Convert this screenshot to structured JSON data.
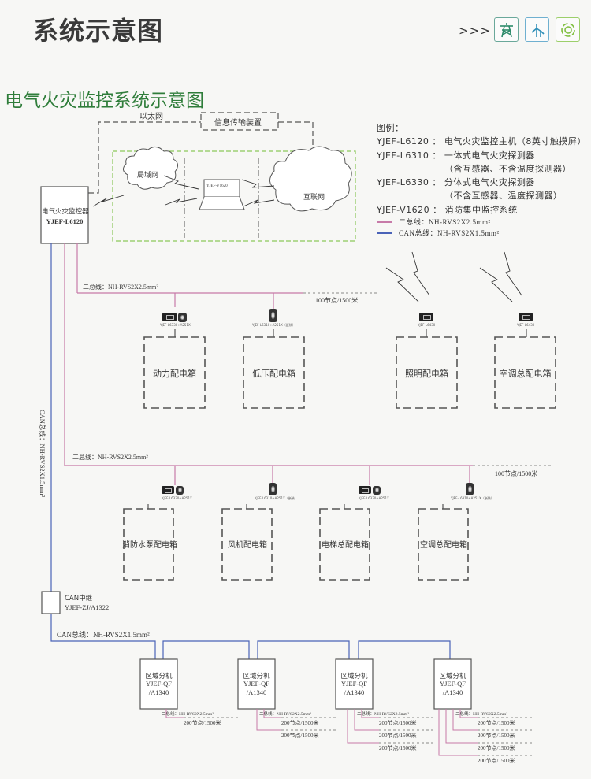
{
  "header": {
    "title": "系统示意图",
    "chevrons": ">>>",
    "nav_icons": [
      {
        "name": "power-tower-icon",
        "color": "#2e8b6b"
      },
      {
        "name": "wind-turbine-icon",
        "color": "#2f8fb8"
      },
      {
        "name": "target-ring-icon",
        "color": "#7fbf3f"
      }
    ]
  },
  "diagram": {
    "title": "电气火灾监控系统示意图",
    "colors": {
      "two_bus": "#c77aa8",
      "can_bus": "#4a63b8",
      "lan_frame": "#8cc85a",
      "dash": "#555555"
    },
    "network": {
      "ethernet_label": "以太网",
      "info_device": "信息传输装置",
      "lan": "局域网",
      "internet": "互联网",
      "laptop_model": "YJEF-V1620"
    },
    "controller": {
      "name": "电气火灾监控器",
      "model": "YJEF-L6120"
    },
    "legend": {
      "title": "图例：",
      "items": [
        {
          "model": "YJEF-L6120",
          "sep": "：",
          "desc": "电气火灾监控主机（8英寸触摸屏）"
        },
        {
          "model": "YJEF-L6310",
          "sep": "：",
          "desc": "一体式电气火灾探测器",
          "desc2": "（含互感器、不含温度探测器）"
        },
        {
          "model": "YJEF-L6330",
          "sep": "：",
          "desc": "分体式电气火灾探测器",
          "desc2": "（不含互感器、温度探测器）"
        },
        {
          "model": "YJEF-V1620",
          "sep": "：",
          "desc": "消防集中监控系统"
        }
      ],
      "lines": [
        {
          "label": "二总线：NH-RVS2X2.5mm²",
          "color": "#c77aa8"
        },
        {
          "label": "CAN总线：NH-RVS2X1.5mm²",
          "color": "#4a63b8"
        }
      ]
    },
    "bus1": {
      "label": "二总线：NH-RVS2X2.5mm²",
      "capacity": "100节点/1500米",
      "boxes": [
        {
          "name": "动力配电箱",
          "device": "YJEF-L6330+A251X",
          "type": "split"
        },
        {
          "name": "低压配电箱",
          "device": "YJEF-L6310+A251X（嵌装）",
          "type": "integrated"
        }
      ],
      "wireless_boxes": [
        {
          "name": "照明配电箱",
          "device": "YJEF-L6430"
        },
        {
          "name": "空调总配电箱",
          "device": "YJEF-L6430"
        }
      ]
    },
    "vertical_can_label": "CAN总线：NH-RVS2X1.5mm²",
    "bus2": {
      "label": "二总线：NH-RVS2X2.5mm²",
      "capacity": "100节点/1500米",
      "boxes": [
        {
          "name": "消防水泵配电箱",
          "device": "YJEF-L6330+A251X",
          "type": "split"
        },
        {
          "name": "风机配电箱",
          "device": "YJEF-L6310+A251X（嵌装）",
          "type": "integrated"
        },
        {
          "name": "电梯总配电箱",
          "device": "YJEF-L6330+A251X",
          "type": "split"
        },
        {
          "name": "空调总配电箱",
          "device": "YJEF-L6310+A251X（嵌装）",
          "type": "integrated"
        }
      ]
    },
    "can_repeater": {
      "name": "CAN中继",
      "model": "YJEF-ZJ/A1322"
    },
    "can_bus_label": "CAN总线：NH-RVS2X1.5mm²",
    "zone_units": [
      {
        "name": "区域分机",
        "model1": "YJEF-QF",
        "model2": "/A1340",
        "branch_label": "二总线：NH-RVS2X2.5mm²",
        "branches": [
          "200节点/1500米"
        ]
      },
      {
        "name": "区域分机",
        "model1": "YJEF-QF",
        "model2": "/A1340",
        "branch_label": "二总线：NH-RVS2X2.5mm²",
        "branches": [
          "200节点/1500米",
          "200节点/1500米"
        ]
      },
      {
        "name": "区域分机",
        "model1": "YJEF-QF",
        "model2": "/A1340",
        "branch_label": "二总线：NH-RVS2X2.5mm²",
        "branches": [
          "200节点/1500米",
          "200节点/1500米",
          "200节点/1500米"
        ]
      },
      {
        "name": "区域分机",
        "model1": "YJEF-QF",
        "model2": "/A1340",
        "branch_label": "二总线：NH-RVS2X2.5mm²",
        "branches": [
          "200节点/1500米",
          "200节点/1500米",
          "200节点/1500米",
          "200节点/1500米"
        ]
      }
    ]
  }
}
